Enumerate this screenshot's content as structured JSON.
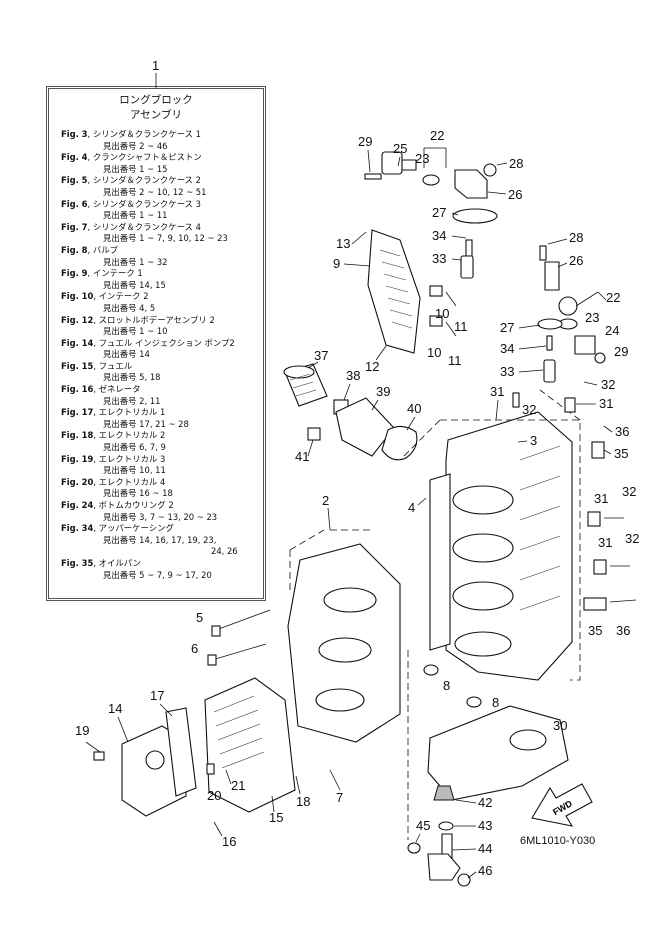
{
  "legend": {
    "index": "1",
    "title_line1": "ロングブロック",
    "title_line2": "アセンブリ",
    "entries": [
      {
        "fig": "Fig. 3",
        "name": "シリンダ＆クランクケース 1",
        "refs": "見出番号 2 ~ 46"
      },
      {
        "fig": "Fig. 4",
        "name": "クランクシャフト＆ピストン",
        "refs": "見出番号 1 ~ 15"
      },
      {
        "fig": "Fig. 5",
        "name": "シリンダ＆クランクケース 2",
        "refs": "見出番号 2 ~ 10, 12 ~ 51"
      },
      {
        "fig": "Fig. 6",
        "name": "シリンダ＆クランクケース 3",
        "refs": "見出番号 1 ~ 11"
      },
      {
        "fig": "Fig. 7",
        "name": "シリンダ＆クランクケース 4",
        "refs": "見出番号 1 ~ 7, 9, 10, 12 ~ 23"
      },
      {
        "fig": "Fig. 8",
        "name": "バルブ",
        "refs": "見出番号 1 ~ 32"
      },
      {
        "fig": "Fig. 9",
        "name": "インテーク 1",
        "refs": "見出番号 14, 15"
      },
      {
        "fig": "Fig. 10",
        "name": "インテーク 2",
        "refs": "見出番号 4, 5"
      },
      {
        "fig": "Fig. 12",
        "name": "スロットルボデーアセンブリ 2",
        "refs": "見出番号 1 ~ 10"
      },
      {
        "fig": "Fig. 14",
        "name": "フュエル インジェクション ポンプ2",
        "refs": "見出番号 14"
      },
      {
        "fig": "Fig. 15",
        "name": "フュエル",
        "refs": "見出番号 5, 18"
      },
      {
        "fig": "Fig. 16",
        "name": "ゼネレータ",
        "refs": "見出番号 2, 11"
      },
      {
        "fig": "Fig. 17",
        "name": "エレクトリカル 1",
        "refs": "見出番号 17, 21 ~ 28"
      },
      {
        "fig": "Fig. 18",
        "name": "エレクトリカル 2",
        "refs": "見出番号 6, 7, 9"
      },
      {
        "fig": "Fig. 19",
        "name": "エレクトリカル 3",
        "refs": "見出番号 10, 11"
      },
      {
        "fig": "Fig. 20",
        "name": "エレクトリカル 4",
        "refs": "見出番号 16 ~ 18"
      },
      {
        "fig": "Fig. 24",
        "name": "ボトムカウリング 2",
        "refs": "見出番号 3, 7 ~ 13, 20 ~ 23"
      },
      {
        "fig": "Fig. 34",
        "name": "アッパーケーシング",
        "refs": "見出番号 14, 16, 17, 19, 23,",
        "refs2": "24, 26"
      },
      {
        "fig": "Fig. 35",
        "name": "オイルパン",
        "refs": "見出番号 5 ~ 7, 9 ~ 17, 20"
      }
    ]
  },
  "callouts": {
    "n1": "1",
    "n2": "2",
    "n3": "3",
    "n4": "4",
    "n5": "5",
    "n6": "6",
    "n7": "7",
    "n8a": "8",
    "n8b": "8",
    "n9": "9",
    "n10a": "10",
    "n10b": "10",
    "n11a": "11",
    "n11b": "11",
    "n12": "12",
    "n13": "13",
    "n14": "14",
    "n15": "15",
    "n16": "16",
    "n17": "17",
    "n18": "18",
    "n19": "19",
    "n20": "20",
    "n21": "21",
    "n22a": "22",
    "n22b": "22",
    "n23a": "23",
    "n23b": "23",
    "n24": "24",
    "n25": "25",
    "n26a": "26",
    "n26b": "26",
    "n27a": "27",
    "n27b": "27",
    "n28a": "28",
    "n28b": "28",
    "n29a": "29",
    "n29b": "29",
    "n30": "30",
    "n31a": "31",
    "n31b": "31",
    "n31c": "31",
    "n31d": "31",
    "n32a": "32",
    "n32b": "32",
    "n32c": "32",
    "n32d": "32",
    "n33a": "33",
    "n33b": "33",
    "n34a": "34",
    "n34b": "34",
    "n35a": "35",
    "n35b": "35",
    "n36a": "36",
    "n36b": "36",
    "n37": "37",
    "n38": "38",
    "n39": "39",
    "n40": "40",
    "n41": "41",
    "n42": "42",
    "n43": "43",
    "n44": "44",
    "n45": "45",
    "n46": "46"
  },
  "fwd_label": "FWD",
  "drawing_code": "6ML1010-Y030"
}
